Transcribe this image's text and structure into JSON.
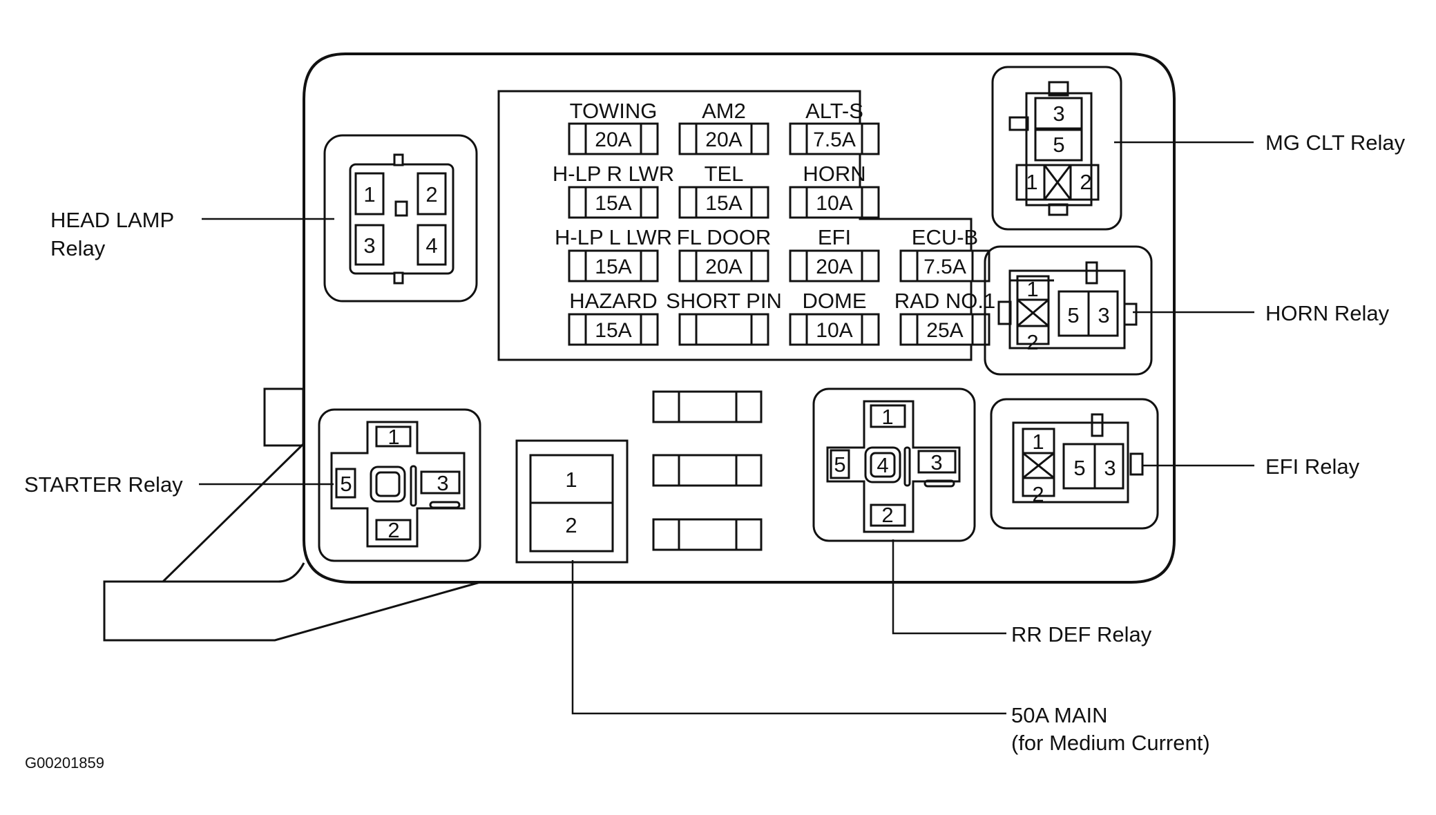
{
  "diagram_code": "G00201859",
  "fuses": [
    {
      "name": "TOWING",
      "rating": "20A"
    },
    {
      "name": "AM2",
      "rating": "20A"
    },
    {
      "name": "ALT-S",
      "rating": "7.5A"
    },
    {
      "name": "H-LP R LWR",
      "rating": "15A"
    },
    {
      "name": "TEL",
      "rating": "15A"
    },
    {
      "name": "HORN",
      "rating": "10A"
    },
    {
      "name": "H-LP L LWR",
      "rating": "15A"
    },
    {
      "name": "FL DOOR",
      "rating": "20A"
    },
    {
      "name": "EFI",
      "rating": "20A"
    },
    {
      "name": "ECU-B",
      "rating": "7.5A"
    },
    {
      "name": "HAZARD",
      "rating": "15A"
    },
    {
      "name": "SHORT PIN",
      "rating": ""
    },
    {
      "name": "DOME",
      "rating": "10A"
    },
    {
      "name": "RAD NO.1",
      "rating": "25A"
    }
  ],
  "relays": {
    "head_lamp": {
      "label_line1": "HEAD LAMP",
      "label_line2": "Relay",
      "pins": [
        "1",
        "2",
        "3",
        "4"
      ]
    },
    "mg_clt": {
      "label": "MG CLT Relay",
      "pins": [
        "3",
        "5",
        "1",
        "2"
      ]
    },
    "horn": {
      "label": "HORN Relay",
      "pins": [
        "1",
        "2",
        "5",
        "3"
      ]
    },
    "efi": {
      "label": "EFI Relay",
      "pins": [
        "1",
        "2",
        "5",
        "3"
      ]
    },
    "starter": {
      "label": "STARTER Relay",
      "pins": [
        "1",
        "5",
        "3",
        "2"
      ]
    },
    "rr_def": {
      "label": "RR DEF Relay",
      "pins": [
        "1",
        "5",
        "4",
        "3",
        "2"
      ]
    }
  },
  "main_fuse": {
    "label_line1": "50A MAIN",
    "label_line2": "(for Medium Current)",
    "pins": [
      "1",
      "2"
    ]
  }
}
